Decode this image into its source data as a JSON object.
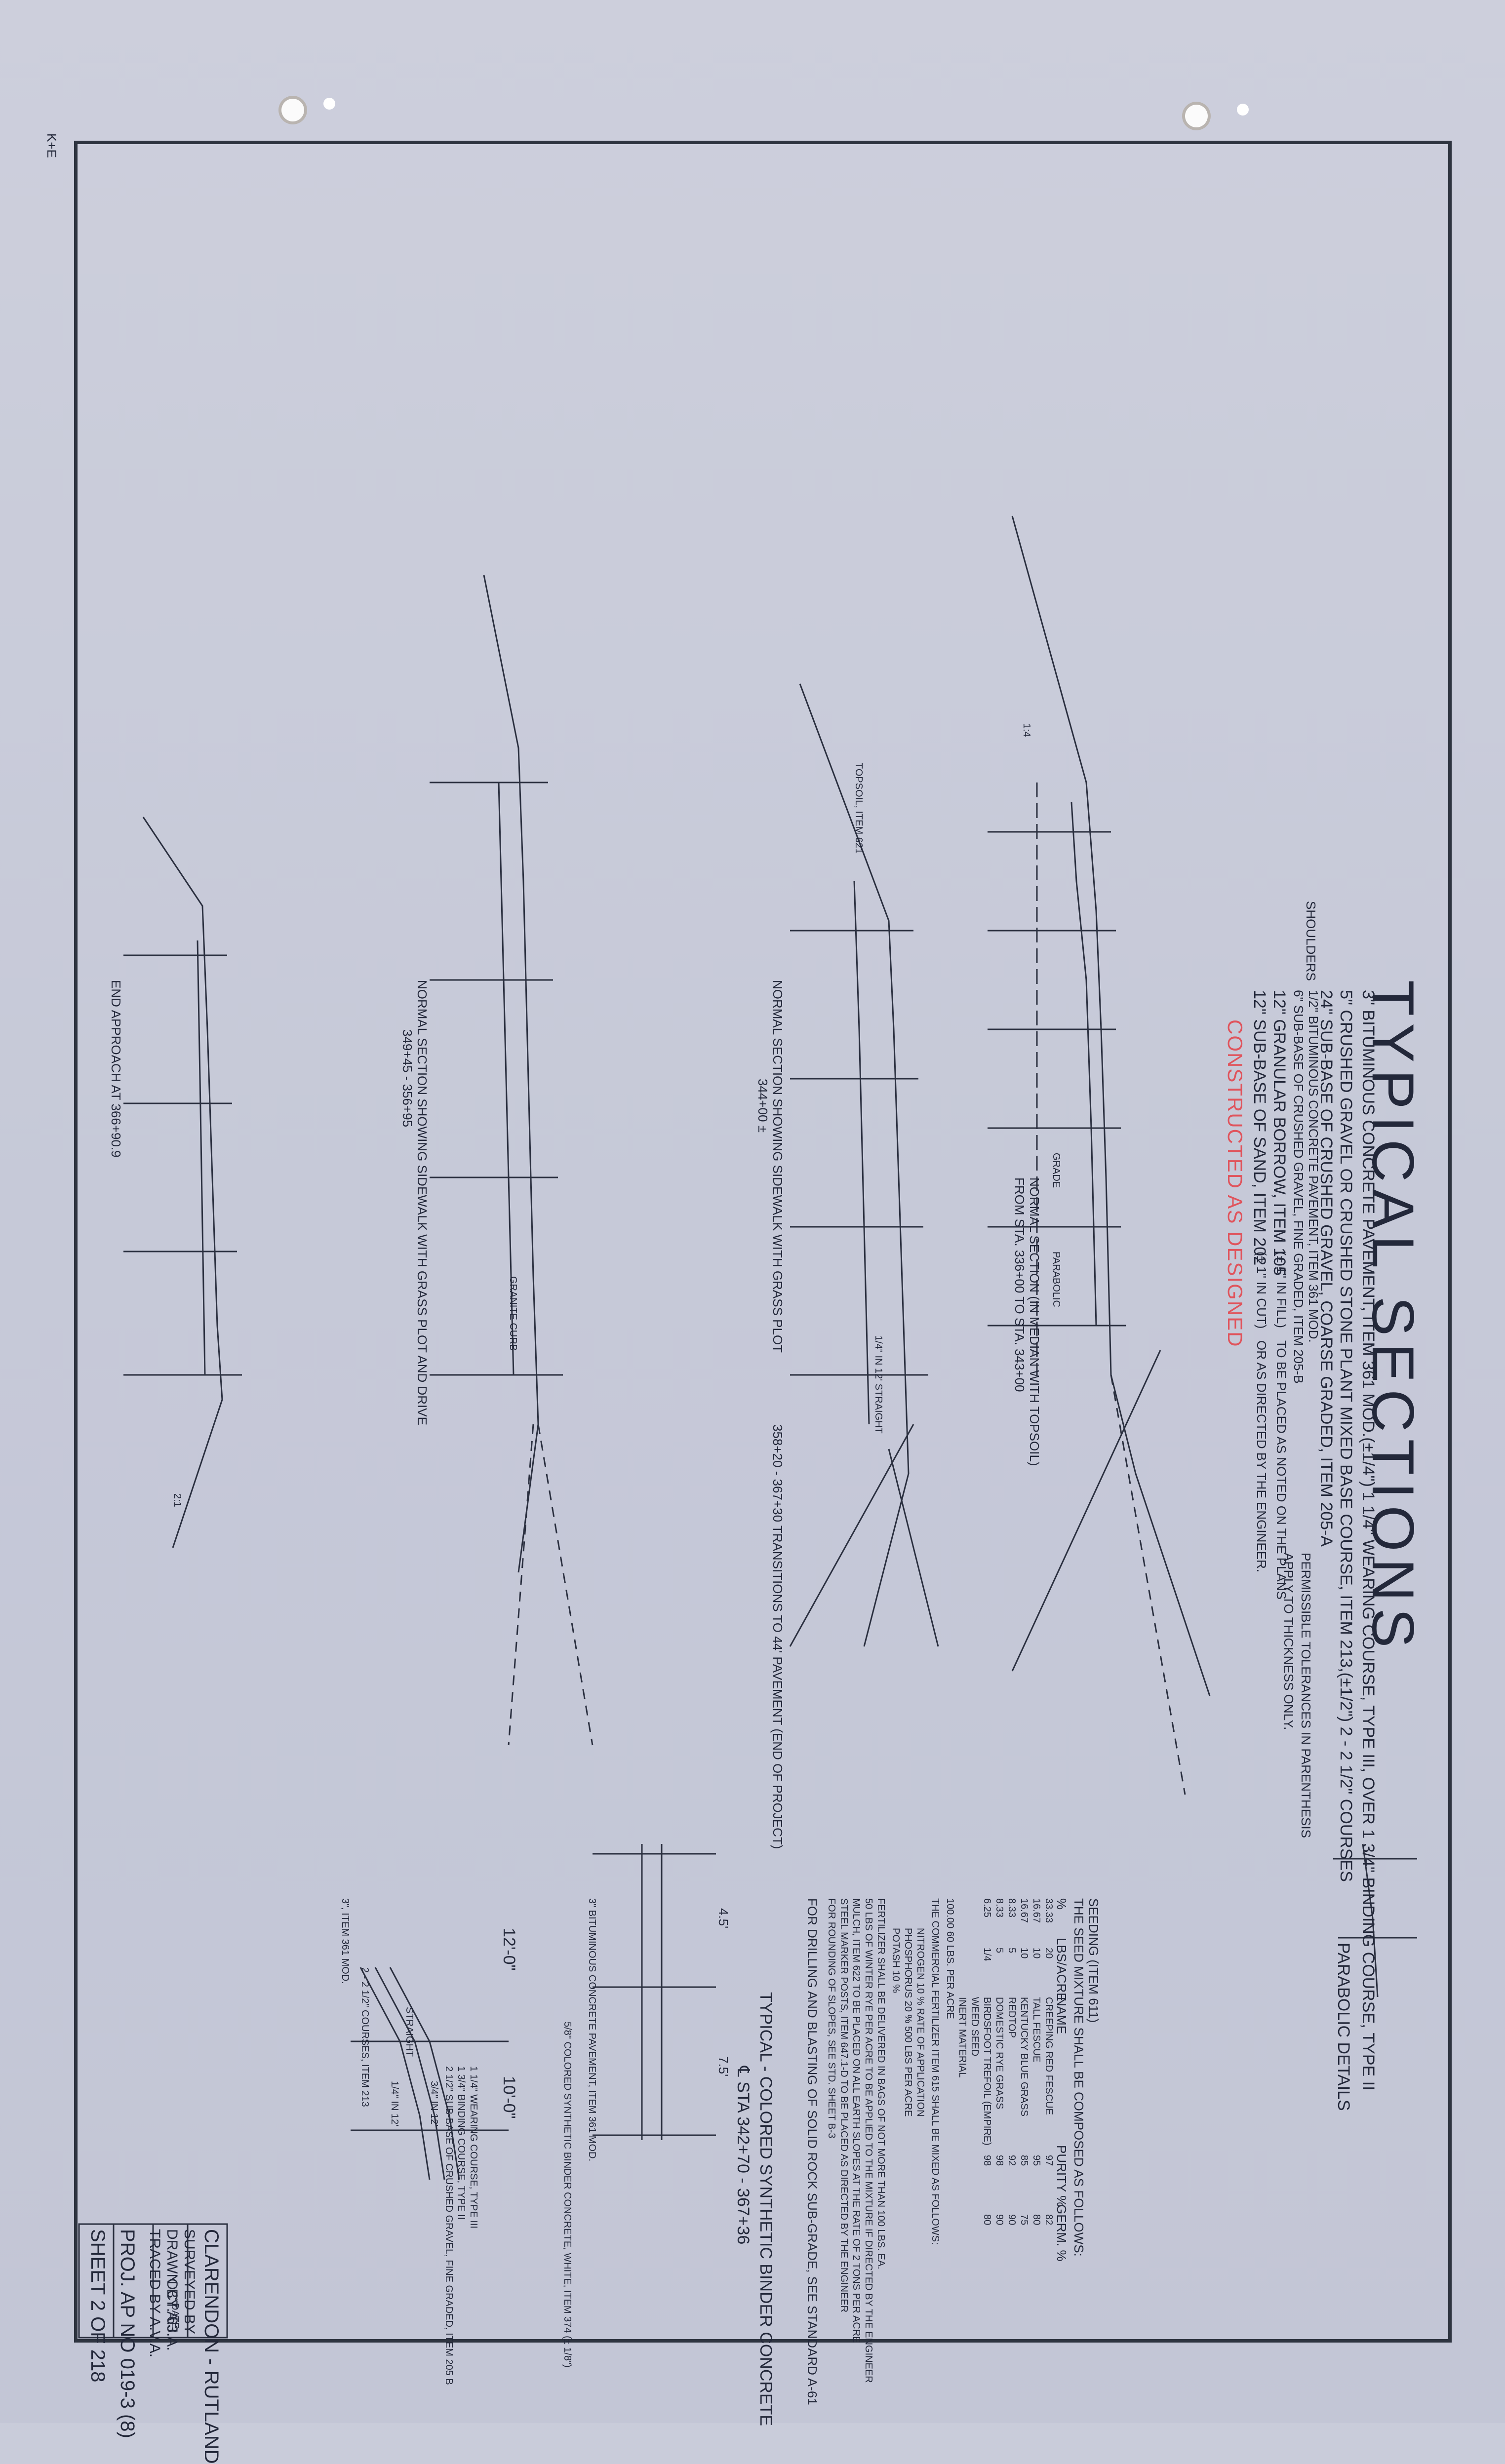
{
  "title": "TYPICAL SECTIONS",
  "spec_lines": [
    "3\" BITUMINOUS CONCRETE PAVEMENT, ITEM 361 MOD.(±1/4\") 1 1/4\" WEARING COURSE, TYPE III, OVER 1 3/4\" BINDING COURSE, TYPE II",
    "5\" CRUSHED GRAVEL OR CRUSHED STONE PLANT MIXED BASE COURSE, ITEM 213,(±1/2\") 2 - 2 1/2\" COURSES",
    "24\" SUB-BASE OF CRUSHED GRAVEL, COARSE GRADED, ITEM 205-A",
    "12\" GRANULAR BORROW, ITEM 105",
    "12\" SUB-BASE OF SAND, ITEM 202"
  ],
  "shoulders_label": "SHOULDERS",
  "shoulders_lines": [
    "1/2\" BITUMINOUS CONCRETE PAVEMENT, ITEM 361 MOD.",
    "6\" SUB-BASE OF CRUSHED GRAVEL, FINE GRADED, ITEM 205-B"
  ],
  "tolerance_notes": [
    "(± 1\" IN FILL)",
    "(± 1\" IN CUT)",
    "TO BE PLACED AS NOTED ON THE PLANS",
    "OR AS DIRECTED BY THE ENGINEER."
  ],
  "stamp": "CONSTRUCTED AS DESIGNED",
  "permissible": [
    "PERMISSIBLE TOLERANCES IN PARENTHESIS",
    "APPLY TO THICKNESS ONLY."
  ],
  "parabolic_details": "PARABOLIC DETAILS",
  "sections": [
    {
      "caption": "NORMAL SECTION (IN MEDIAN WITH TOPSOIL)",
      "range": "FROM STA. 336+00 TO STA. 343+00"
    },
    {
      "caption": "NORMAL SECTION SHOWING SIDEWALK WITH GRASS PLOT",
      "range": "344+00 ±"
    },
    {
      "caption": "358+20 - 367+30 TRANSITIONS TO 44' PAVEMENT (END OF PROJECT)",
      "range": ""
    },
    {
      "caption": "NORMAL SECTION SHOWING SIDEWALK WITH GRASS PLOT AND DRIVE",
      "range": "349+45 - 356+95"
    },
    {
      "caption": "END APPROACH AT 366+90.9",
      "range": ""
    }
  ],
  "seeding": {
    "intro": "SEEDING (ITEM 611)",
    "intro2": "THE SEED MIXTURE SHALL BE COMPOSED AS FOLLOWS:",
    "columns": [
      "%",
      "LBS/ACRE",
      "NAME",
      "PURITY %",
      "GERM. %"
    ],
    "rows": [
      [
        "33.33",
        "20",
        "CREEPING RED FESCUE",
        "97",
        "82"
      ],
      [
        "16.67",
        "10",
        "TALL FESCUE",
        "95",
        "80"
      ],
      [
        "16.67",
        "10",
        "KENTUCKY BLUE GRASS",
        "85",
        "75"
      ],
      [
        "8.33",
        "5",
        "REDTOP",
        "92",
        "90"
      ],
      [
        "8.33",
        "5",
        "DOMESTIC RYE GRASS",
        "98",
        "90"
      ],
      [
        "6.25",
        "1/4",
        "BIRDSFOOT TREFOIL (EMPIRE)",
        "98",
        "80"
      ],
      [
        "",
        "",
        "WEED SEED",
        "",
        ""
      ],
      [
        "",
        "",
        "INERT MATERIAL",
        "",
        ""
      ]
    ],
    "total": "100.00   60 LBS. PER ACRE",
    "fert_intro": "THE COMMERCIAL FERTILIZER ITEM 615 SHALL BE MIXED AS FOLLOWS:",
    "fert_rows": [
      "NITROGEN  10 %   RATE OF APPLICATION",
      "PHOSPHORUS  20 %   500 LBS PER ACRE",
      "POTASH  10 %"
    ],
    "notes": [
      "FERTILIZER SHALL BE DELIVERED IN BAGS OF NOT MORE THAN 100 LBS. EA.",
      "50 LBS OF WINTER RYE PER ACRE TO BE APPLIED TO THE MIXTURE IF DIRECTED BY THE ENGINEER",
      "MULCH, ITEM 622 TO BE PLACED ON ALL EARTH SLOPES AT THE RATE OF 2 TONS PER ACRE",
      "STEEL MARKER POSTS, ITEM 647.1-D TO BE PLACED AS DIRECTED BY THE ENGINEER",
      "FOR ROUNDING OF SLOPES, SEE STD. SHEET B-3",
      "FOR DRILLING AND BLASTING OF SOLID ROCK SUB-GRADE, SEE STANDARD A-61"
    ]
  },
  "binder": {
    "title": "TYPICAL - COLORED SYNTHETIC BINDER CONCRETE",
    "station": "℄   STA 342+70 - 367+36",
    "dim_a": "4.5'",
    "dim_b": "7.5'",
    "note1": "5/8\" COLORED SYNTHETIC BINDER CONCRETE, WHITE, ITEM 374 (± 1/8\")",
    "note2": "3\" BITUMINOUS CONCRETE PAVEMENT, ITEM 361 MOD."
  },
  "detail": {
    "dim1": "12'-0\"",
    "dim2": "10'-0\"",
    "labels": [
      "1 1/4\" WEARING COURSE, TYPE III",
      "1 3/4\" BINDING COURSE, TYPE II",
      "2 1/2\" SUB-BASE OF CRUSHED GRAVEL, FINE GRADED, ITEM 205 B",
      "STRAIGHT",
      "1/4\" IN 12'",
      "3/4\" IN 12'",
      "3\", ITEM 361 MOD.",
      "2 - 2 1/2\" COURSES, ITEM 213"
    ]
  },
  "title_block": {
    "town": "CLARENDON - RUTLAND",
    "surveyed_by": "SURVEYED BY",
    "drawn_by": "DRAWN BY   A.J.A.",
    "traced_by": "TRACED BY   A.V.A.",
    "date_label": "DATE",
    "date_val": "OCT. 63",
    "proj": "PROJ.  AP   NO  019-3 (8)",
    "sheet": "SHEET   2   OF  218"
  },
  "margin_text": "K+E",
  "label_common": [
    "GRADE",
    "PARABOLIC",
    "1/4\" IN 12' STRAIGHT",
    "TOPSOIL, ITEM 621",
    "GRANITE CURB",
    "1:4",
    "2:1"
  ]
}
